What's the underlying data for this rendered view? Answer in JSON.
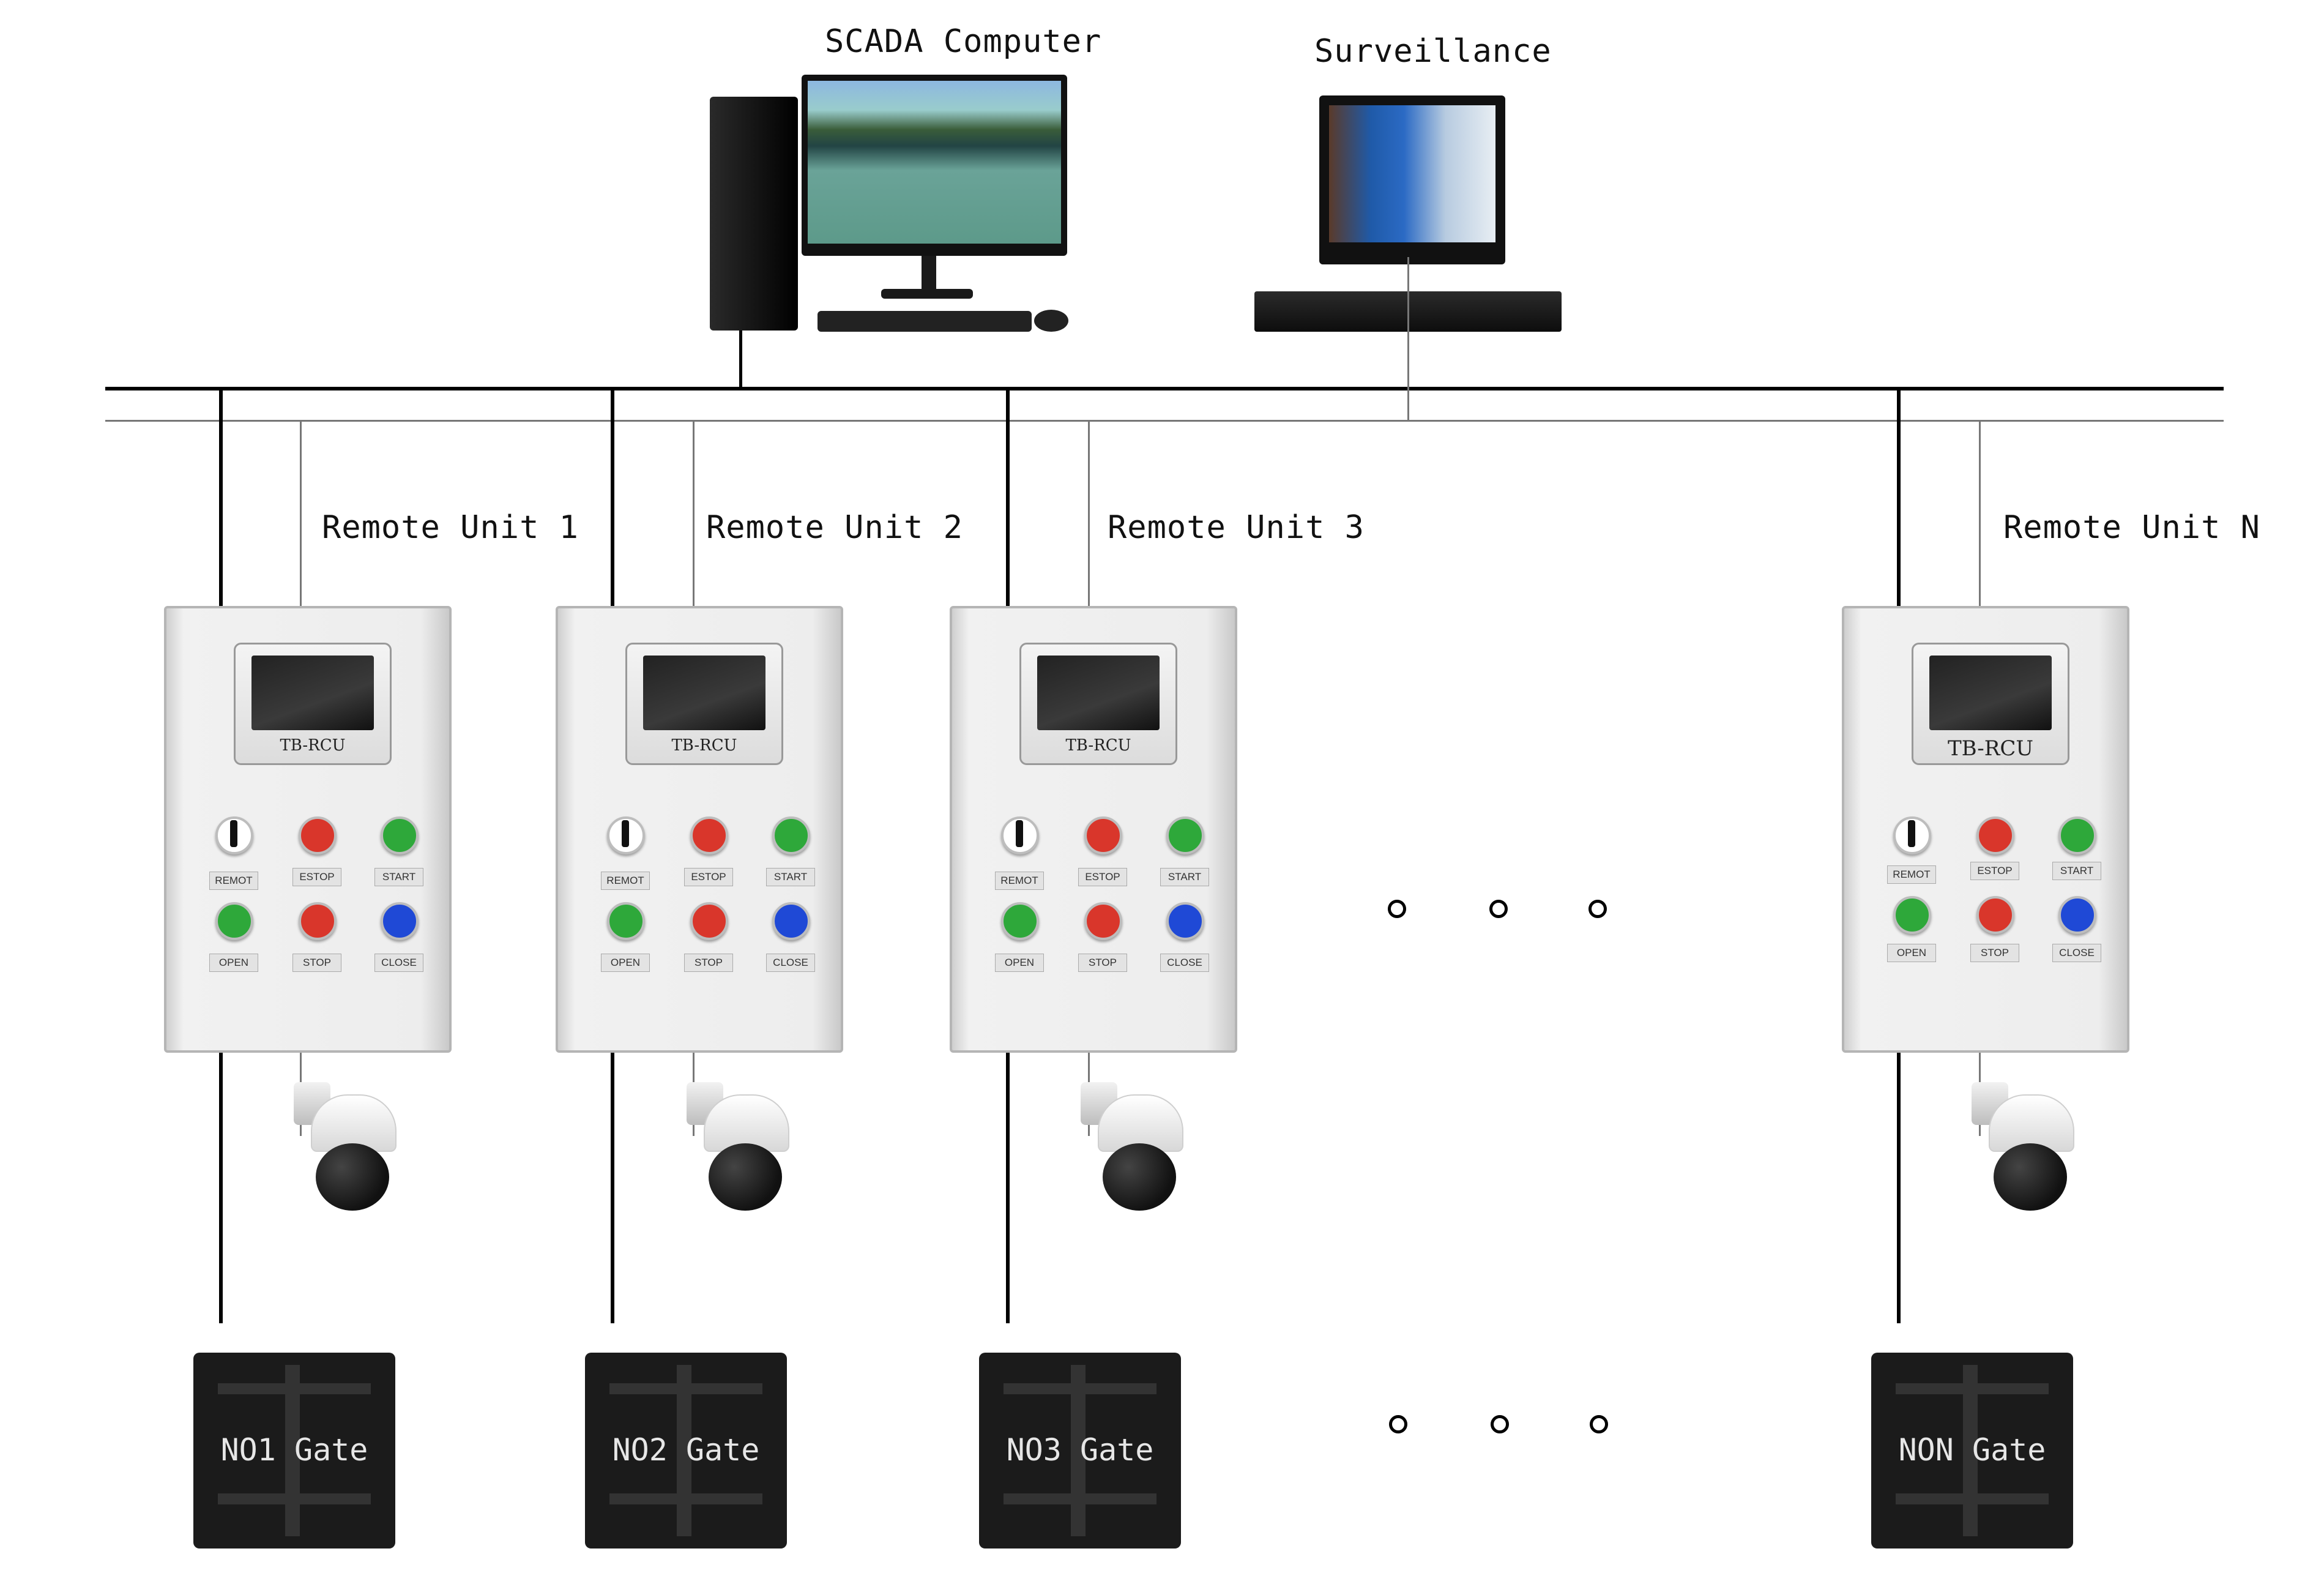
{
  "top": {
    "scada_label": "SCADA Computer",
    "surveillance_label": "Surveillance"
  },
  "units": [
    {
      "name": "Remote Unit 1",
      "hmi": "TB-RCU",
      "gate": "NO1 Gate"
    },
    {
      "name": "Remote Unit 2",
      "hmi": "TB-RCU",
      "gate": "NO2 Gate"
    },
    {
      "name": "Remote Unit 3",
      "hmi": "TB-RCU",
      "gate": "NO3 Gate"
    },
    {
      "name": "Remote Unit N",
      "hmi": "TB-RCU",
      "gate": "NON Gate"
    }
  ],
  "buttons": {
    "remote": "REMOT",
    "estop": "ESTOP",
    "start": "START",
    "open": "OPEN",
    "stop": "STOP",
    "close": "CLOSE"
  },
  "colors": {
    "green": "#2ea83a",
    "red": "#d9362b",
    "blue": "#1f49d6",
    "line": "#000000"
  }
}
